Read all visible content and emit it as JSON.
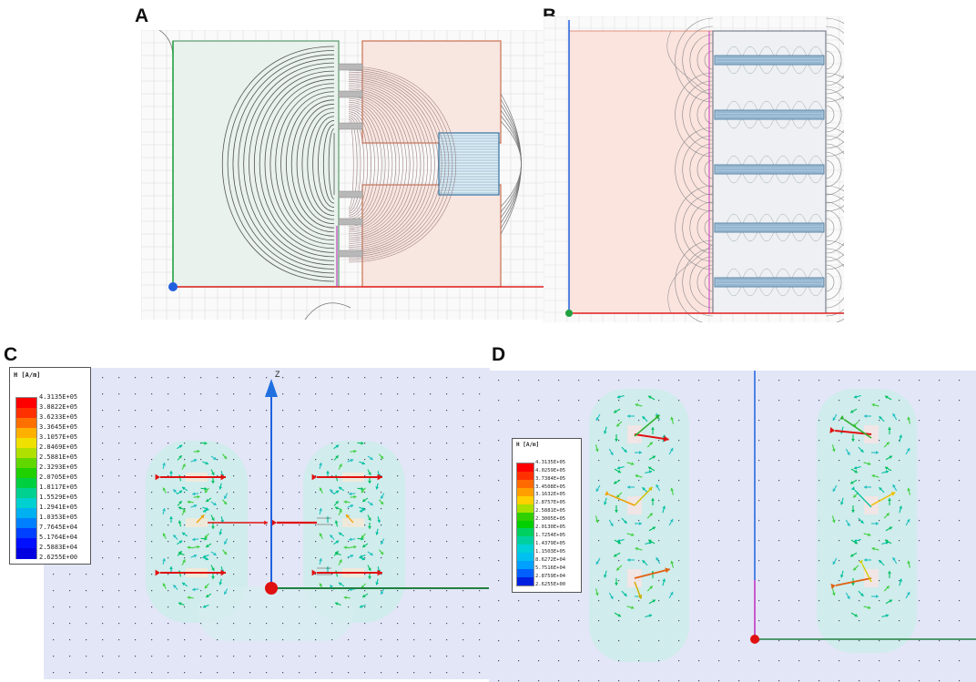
{
  "panel_labels": {
    "a": "A",
    "b": "B",
    "c": "C",
    "d": "D"
  },
  "panel_c": {
    "axis_label": "Z",
    "legend": {
      "title": "H [A/m]",
      "ticks": [
        "4.3135E+05",
        "3.8822E+05",
        "3.6233E+05",
        "3.3645E+05",
        "3.1057E+05",
        "2.8469E+05",
        "2.5881E+05",
        "2.3293E+05",
        "2.0705E+05",
        "1.8117E+05",
        "1.5529E+05",
        "1.2941E+05",
        "1.0353E+05",
        "7.7645E+04",
        "5.1764E+04",
        "2.5883E+04",
        "2.6255E+00"
      ],
      "colors": [
        "#ff0000",
        "#ff3000",
        "#ff7000",
        "#ffb000",
        "#f0e000",
        "#b0e000",
        "#60d800",
        "#20d000",
        "#00d040",
        "#00d090",
        "#00d0d0",
        "#00b0f0",
        "#0080ff",
        "#0040ff",
        "#0010ff",
        "#0000e0"
      ]
    }
  },
  "panel_d": {
    "legend": {
      "title": "H [A/m]",
      "ticks": [
        "4.3135E+05",
        "4.0259E+05",
        "3.7384E+05",
        "3.4508E+05",
        "3.1632E+05",
        "2.8757E+05",
        "2.5881E+05",
        "2.3005E+05",
        "2.0130E+05",
        "1.7254E+05",
        "1.4379E+05",
        "1.1503E+05",
        "8.6272E+04",
        "5.7516E+04",
        "2.8759E+04",
        "2.6255E+00"
      ],
      "colors": [
        "#ff0000",
        "#ff3000",
        "#ff6a00",
        "#ffa000",
        "#ffd000",
        "#a8e000",
        "#30d000",
        "#00d000",
        "#00d060",
        "#00d0a0",
        "#00d0d8",
        "#00c0f0",
        "#00a0ff",
        "#0060ff",
        "#0020e0"
      ]
    }
  }
}
